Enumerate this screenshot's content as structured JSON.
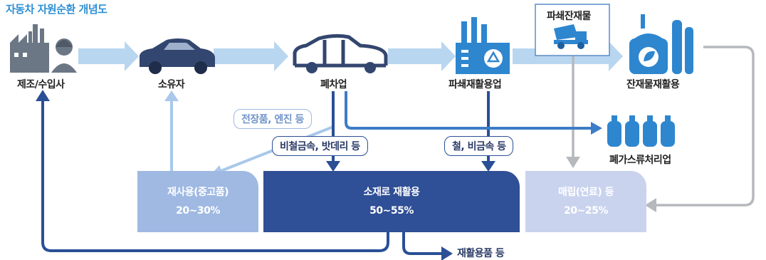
{
  "title": "자동차 자원순환 개념도",
  "nodes": {
    "manufacturer": "제조/수입사",
    "owner": "소유자",
    "dismantler": "폐차업",
    "shredder": "파쇄재활용업",
    "residue_recycler": "잔재물재활용",
    "gas_disposal": "폐가스류처리업"
  },
  "labels": {
    "shredder_residue": "파쇄잔재물",
    "parts_engine": "전장품, 엔진 등",
    "nonferrous_battery": "비철금속, 밧데리 등",
    "iron_nonferrous": "철, 비금속 등",
    "recycled_goods": "재활용품 등"
  },
  "boxes": {
    "reuse": {
      "title": "재사용(중고품)",
      "value": "20~30%"
    },
    "material": {
      "title": "소재로 재활용",
      "value": "50~55%"
    },
    "landfill": {
      "title": "매립(연료) 등",
      "value": "20~25%"
    }
  },
  "colors": {
    "title": "#2f8fd3",
    "icon_gray": "#6b7785",
    "icon_navy": "#33466f",
    "icon_blue": "#2e86cf",
    "flow_light": "#b9d6f0",
    "flow_dark": "#2a4f96",
    "flow_mid": "#3d7cc6",
    "gray_line": "#b5b8bd",
    "reuse_box": "#9fb9e2",
    "material_box": "#2f4f96",
    "landfill_box": "#c9d3ee"
  }
}
